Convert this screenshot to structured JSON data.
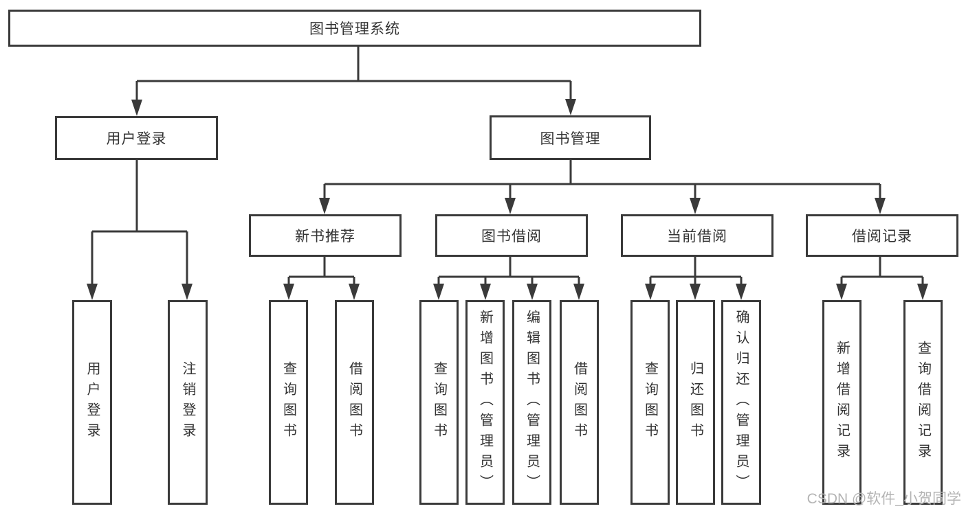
{
  "diagram_type": "functional-structure-tree",
  "tree": {
    "label": "图书管理系统",
    "children": [
      {
        "label": "用户登录",
        "children": [
          {
            "label": "用户登录"
          },
          {
            "label": "注销登录"
          }
        ]
      },
      {
        "label": "图书管理",
        "children": [
          {
            "label": "新书推荐",
            "children": [
              {
                "label": "查询图书"
              },
              {
                "label": "借阅图书"
              }
            ]
          },
          {
            "label": "图书借阅",
            "children": [
              {
                "label": "查询图书"
              },
              {
                "label": "新增图书（管理员）"
              },
              {
                "label": "编辑图书（管理员）"
              },
              {
                "label": "借阅图书"
              }
            ]
          },
          {
            "label": "当前借阅",
            "children": [
              {
                "label": "查询图书"
              },
              {
                "label": "归还图书"
              },
              {
                "label": "确认归还（管理员）"
              }
            ]
          },
          {
            "label": "借阅记录",
            "children": [
              {
                "label": "新增借阅记录"
              },
              {
                "label": "查询借阅记录"
              }
            ]
          }
        ]
      }
    ]
  },
  "watermark": "CSDN @软件_小贺同学",
  "colors": {
    "line": "#3a3a3a",
    "box_border": "#3a3a3a",
    "text": "#333333",
    "background": "#ffffff",
    "watermark": "#b4b4b4"
  }
}
